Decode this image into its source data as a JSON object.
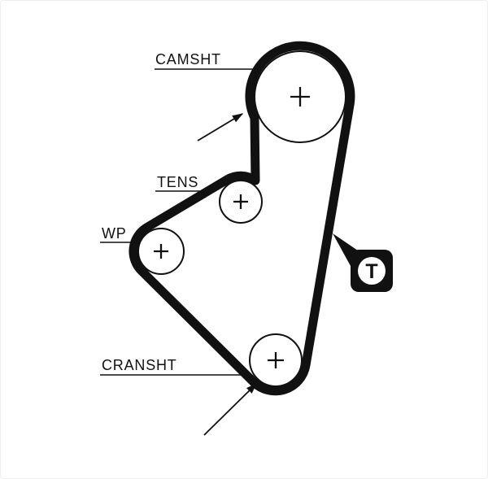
{
  "diagram": {
    "type": "timing-belt-routing-diagram",
    "labels": {
      "camshaft": "CAMSHT",
      "tensioner": "TENS",
      "water_pump": "WP",
      "crankshaft": "CRANSHT"
    },
    "badge": {
      "letter": "T"
    },
    "colors": {
      "ink": "#111111",
      "background": "#ffffff"
    }
  }
}
